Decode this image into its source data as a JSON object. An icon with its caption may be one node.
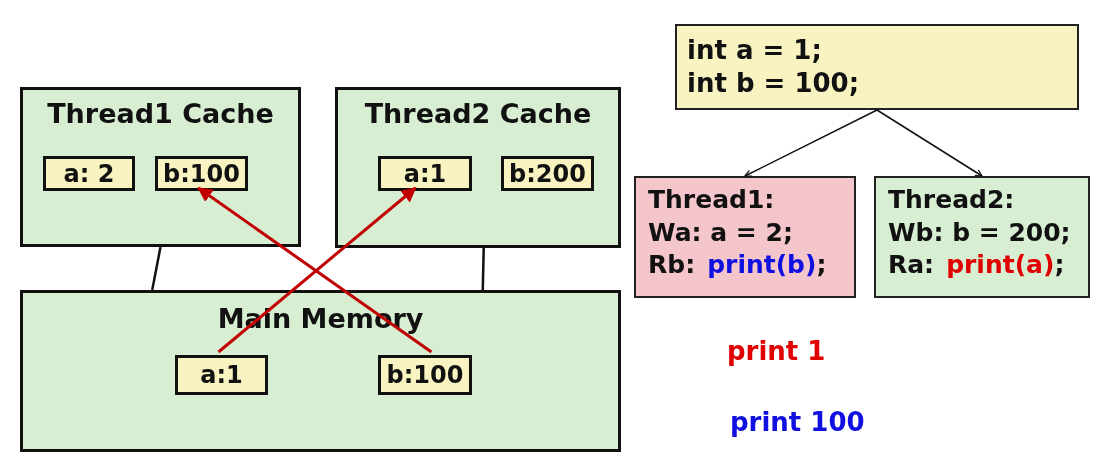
{
  "diagram": {
    "nodes": [
      {
        "text": [
          "Thread1 Cache"
        ]
      },
      {
        "text": [
          "a: 2"
        ],
        "in": 0
      },
      {
        "text": [
          "b:100"
        ],
        "in": 0
      },
      {
        "text": [
          "Thread2 Cache"
        ]
      },
      {
        "text": [
          "a:1"
        ],
        "in": 3
      },
      {
        "text": [
          "b:200"
        ],
        "in": 3
      },
      {
        "text": [
          "Main Memory"
        ]
      },
      {
        "text": [
          "a:1"
        ],
        "in": 6
      },
      {
        "text": [
          "b:100"
        ],
        "in": 6
      },
      {
        "text": [
          "int a = 1;",
          "int b = 100;"
        ]
      },
      {
        "text": [
          "Thread1:",
          "Wa: a = 2;",
          "Rb:",
          "print(b)",
          ";"
        ]
      },
      {
        "text": [
          "Thread2:",
          "Wb: b = 200;",
          "Ra:",
          "print(a)",
          ";"
        ]
      }
    ],
    "edges": [
      {
        "from": 0,
        "to": 6,
        "arrow": "none"
      },
      {
        "from": 3,
        "to": 6,
        "arrow": "none"
      },
      {
        "from": 8,
        "to": 2,
        "arrow": "to",
        "color": "#c00000"
      },
      {
        "from": 7,
        "to": 4,
        "arrow": "to",
        "color": "#c00000"
      },
      {
        "from": 9,
        "to": 10,
        "arrow": "to"
      },
      {
        "from": 9,
        "to": 11,
        "arrow": "to"
      }
    ],
    "labels": [
      "print 1",
      "print 100"
    ]
  }
}
